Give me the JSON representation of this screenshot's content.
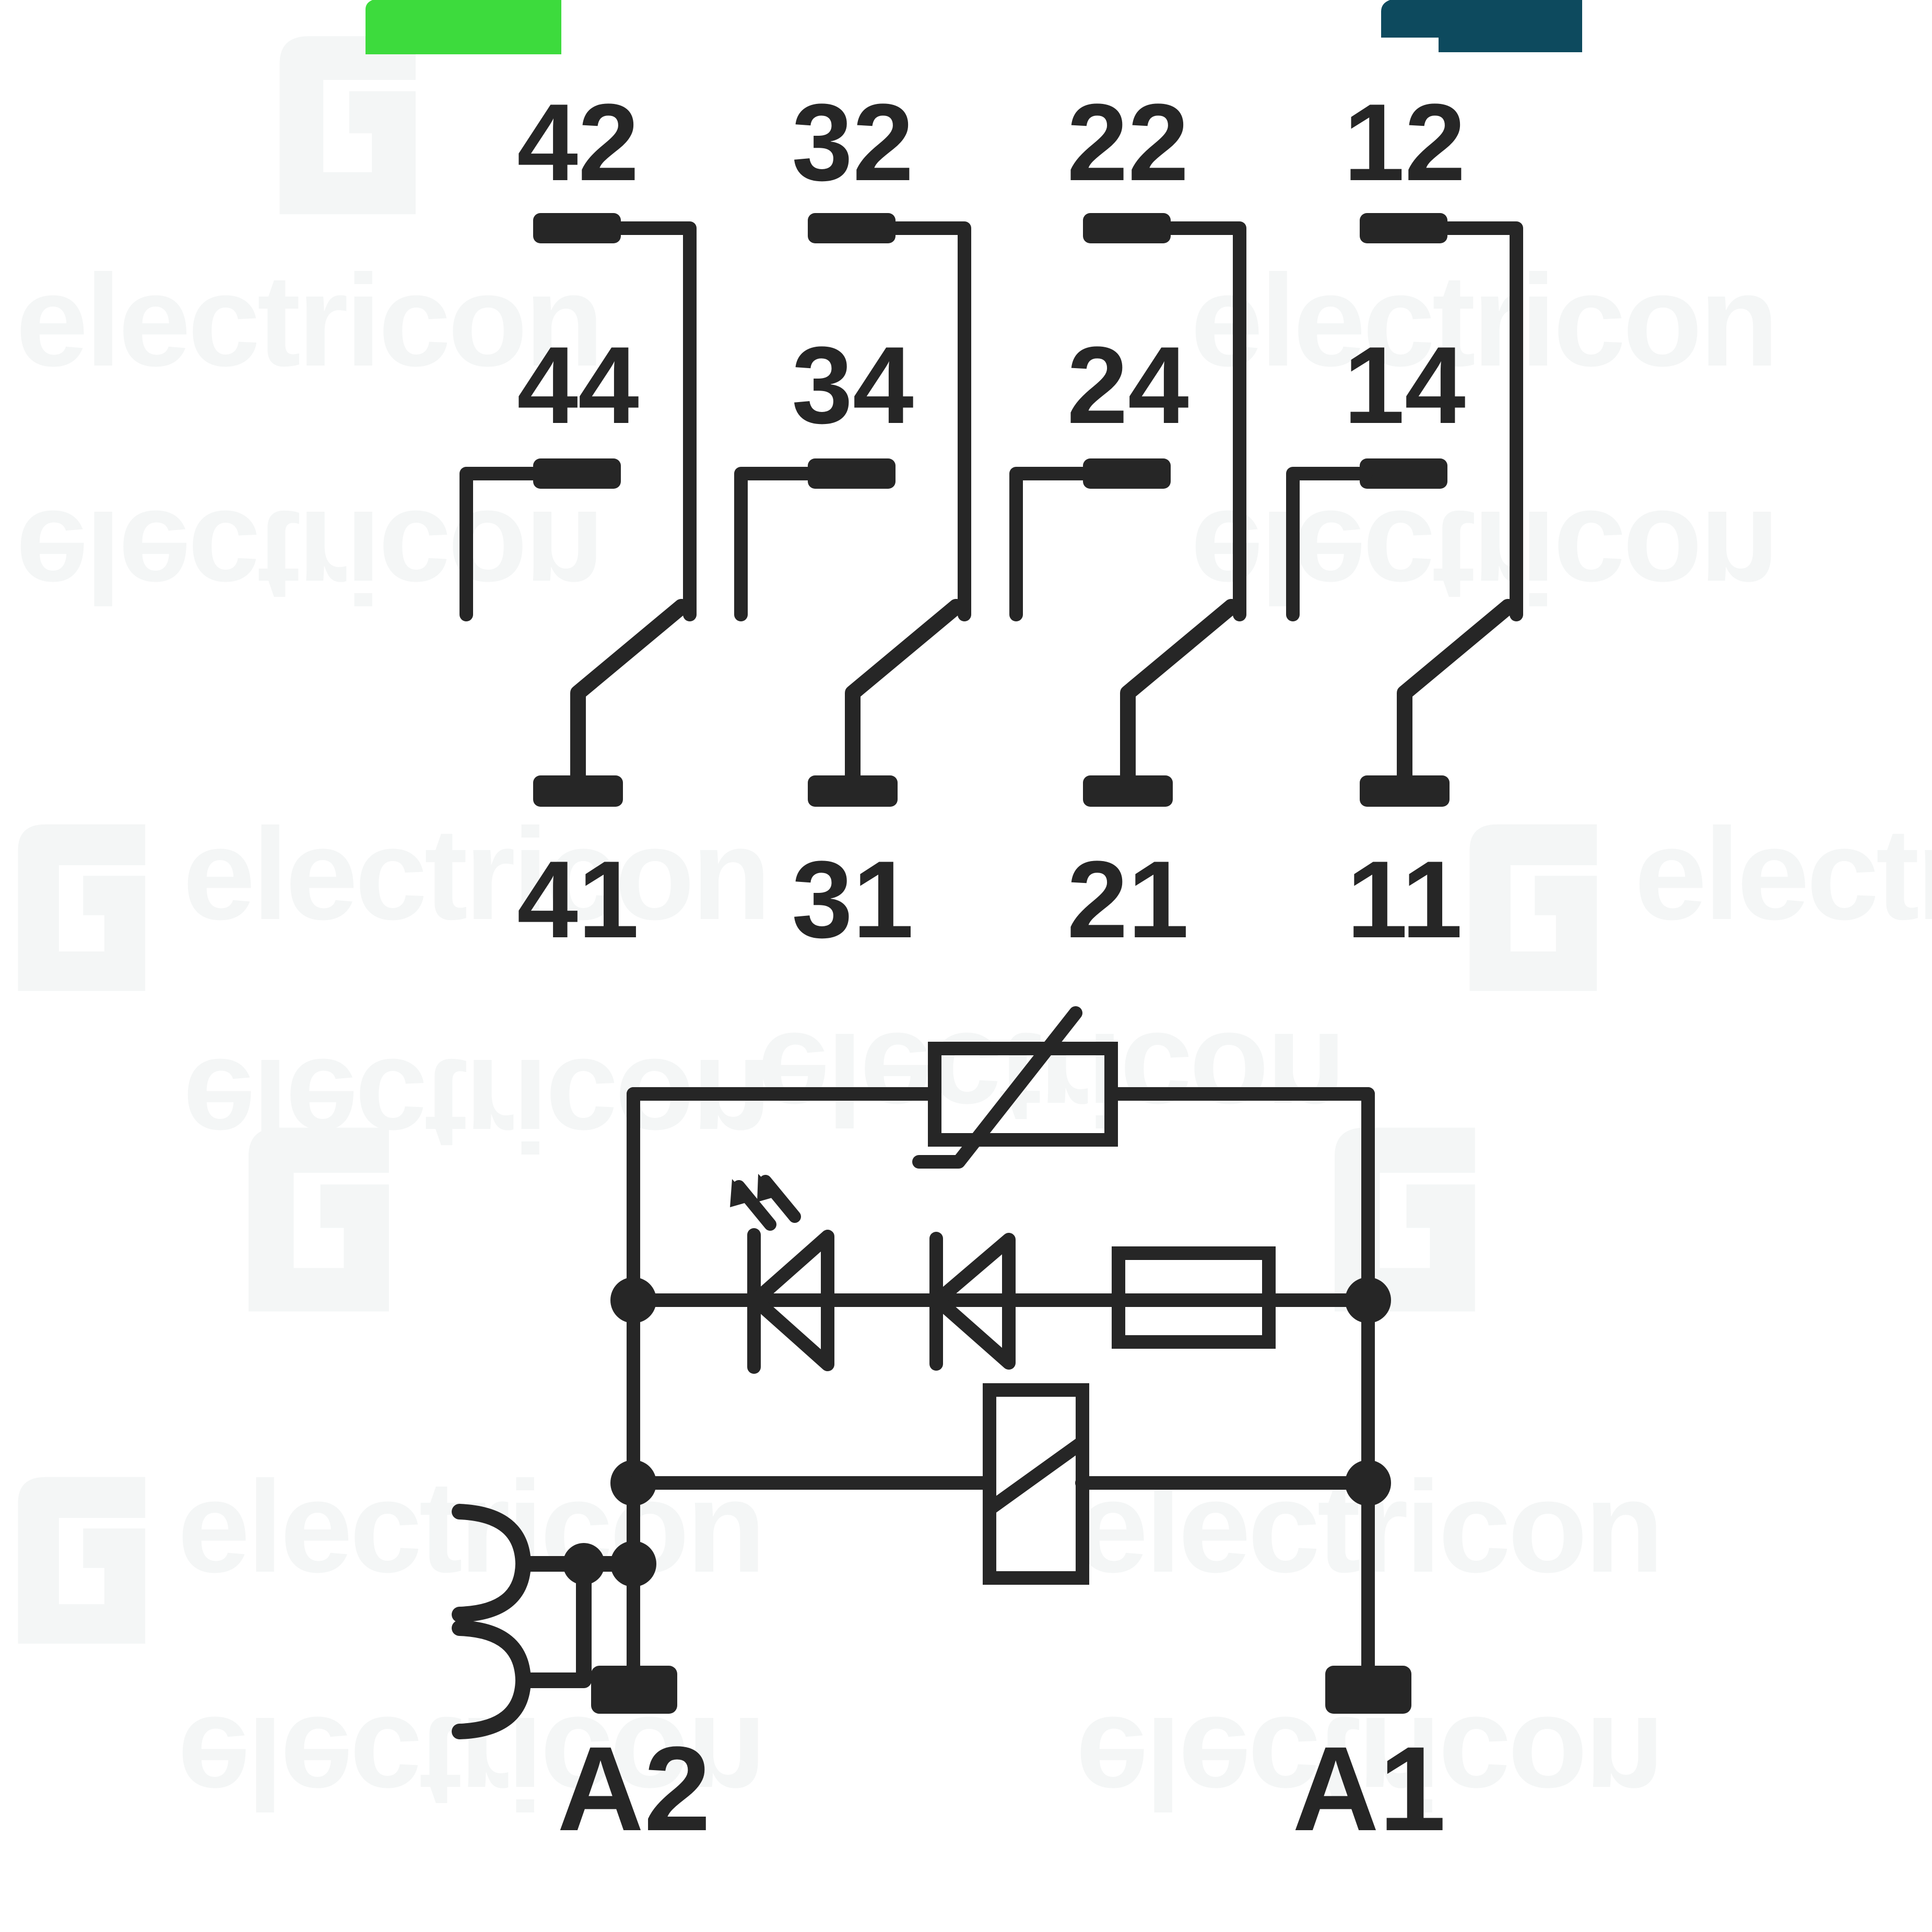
{
  "diagram": {
    "title": "Relay module connection diagram",
    "type": "electrical-schematic",
    "device": "4-pole changeover relay with LED, freewheel diode, series resistor, varistor and manual test actuator",
    "stroke_color": "#262626",
    "background_color": "#ffffff"
  },
  "brand": {
    "name": "electricon",
    "accent_green": "#3ddb3d",
    "accent_teal": "#0d4a5e",
    "watermark_text": "electricon",
    "watermark_color": "#f4f6f6",
    "logo_name": "electricon-logo-mark"
  },
  "contacts": {
    "count": 4,
    "columns": [
      {
        "nc_label": "42",
        "no_label": "44",
        "common_label": "41"
      },
      {
        "nc_label": "32",
        "no_label": "34",
        "common_label": "31"
      },
      {
        "nc_label": "22",
        "no_label": "24",
        "common_label": "21"
      },
      {
        "nc_label": "12",
        "no_label": "14",
        "common_label": "11"
      }
    ]
  },
  "coil": {
    "terminal_negative_label": "A2",
    "terminal_positive_label": "A1",
    "components": [
      {
        "name": "varistor",
        "symbol": "rectangle-with-diagonal-arrow"
      },
      {
        "name": "status-led",
        "symbol": "led-diode-cathode-left"
      },
      {
        "name": "freewheel-diode",
        "symbol": "diode-cathode-left"
      },
      {
        "name": "series-resistor",
        "symbol": "rectangle"
      },
      {
        "name": "relay-coil",
        "symbol": "rectangle-with-diagonal"
      },
      {
        "name": "manual-test-actuator",
        "symbol": "double-arc-bracket"
      }
    ]
  }
}
